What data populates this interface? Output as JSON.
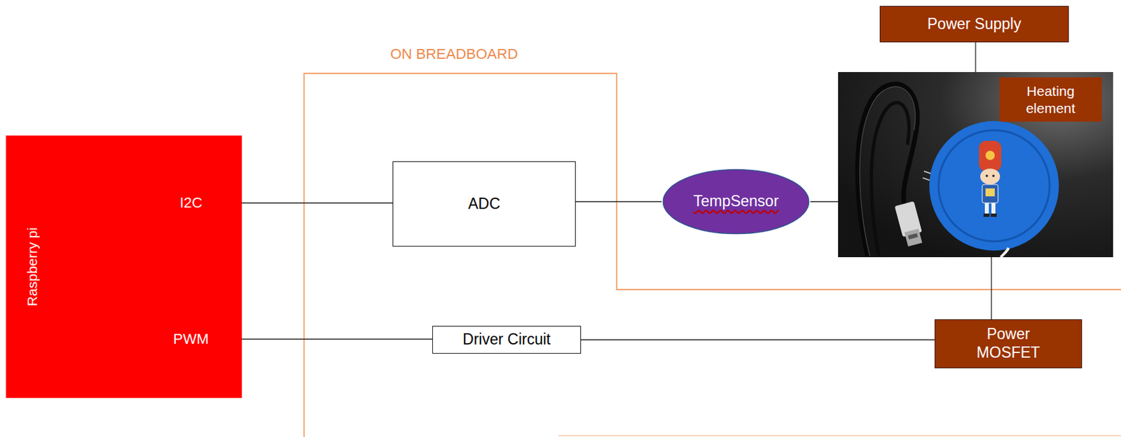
{
  "diagram": {
    "nodes": [
      {
        "text": [
          "Raspberry pi",
          "I2C",
          "PWM"
        ]
      },
      {
        "text": [
          "ADC"
        ]
      },
      {
        "text": [
          "TempSensor"
        ]
      },
      {
        "text": [
          "Power Supply"
        ]
      },
      {
        "text": [
          "Heating element"
        ]
      },
      {
        "text": [
          "Driver Circuit"
        ]
      },
      {
        "text": [
          "Power MOSFET"
        ]
      }
    ],
    "edges": [
      {
        "from": 0,
        "to": 1,
        "arrow": "none"
      },
      {
        "from": 1,
        "to": 2,
        "arrow": "none"
      },
      {
        "from": 2,
        "to": 4,
        "arrow": "none"
      },
      {
        "from": 3,
        "to": 4,
        "arrow": "none"
      },
      {
        "from": 4,
        "to": 6,
        "arrow": "none"
      },
      {
        "from": 0,
        "to": 5,
        "arrow": "none"
      },
      {
        "from": 5,
        "to": 6,
        "arrow": "none"
      }
    ],
    "labels": [
      "ON BREADBOARD"
    ]
  }
}
